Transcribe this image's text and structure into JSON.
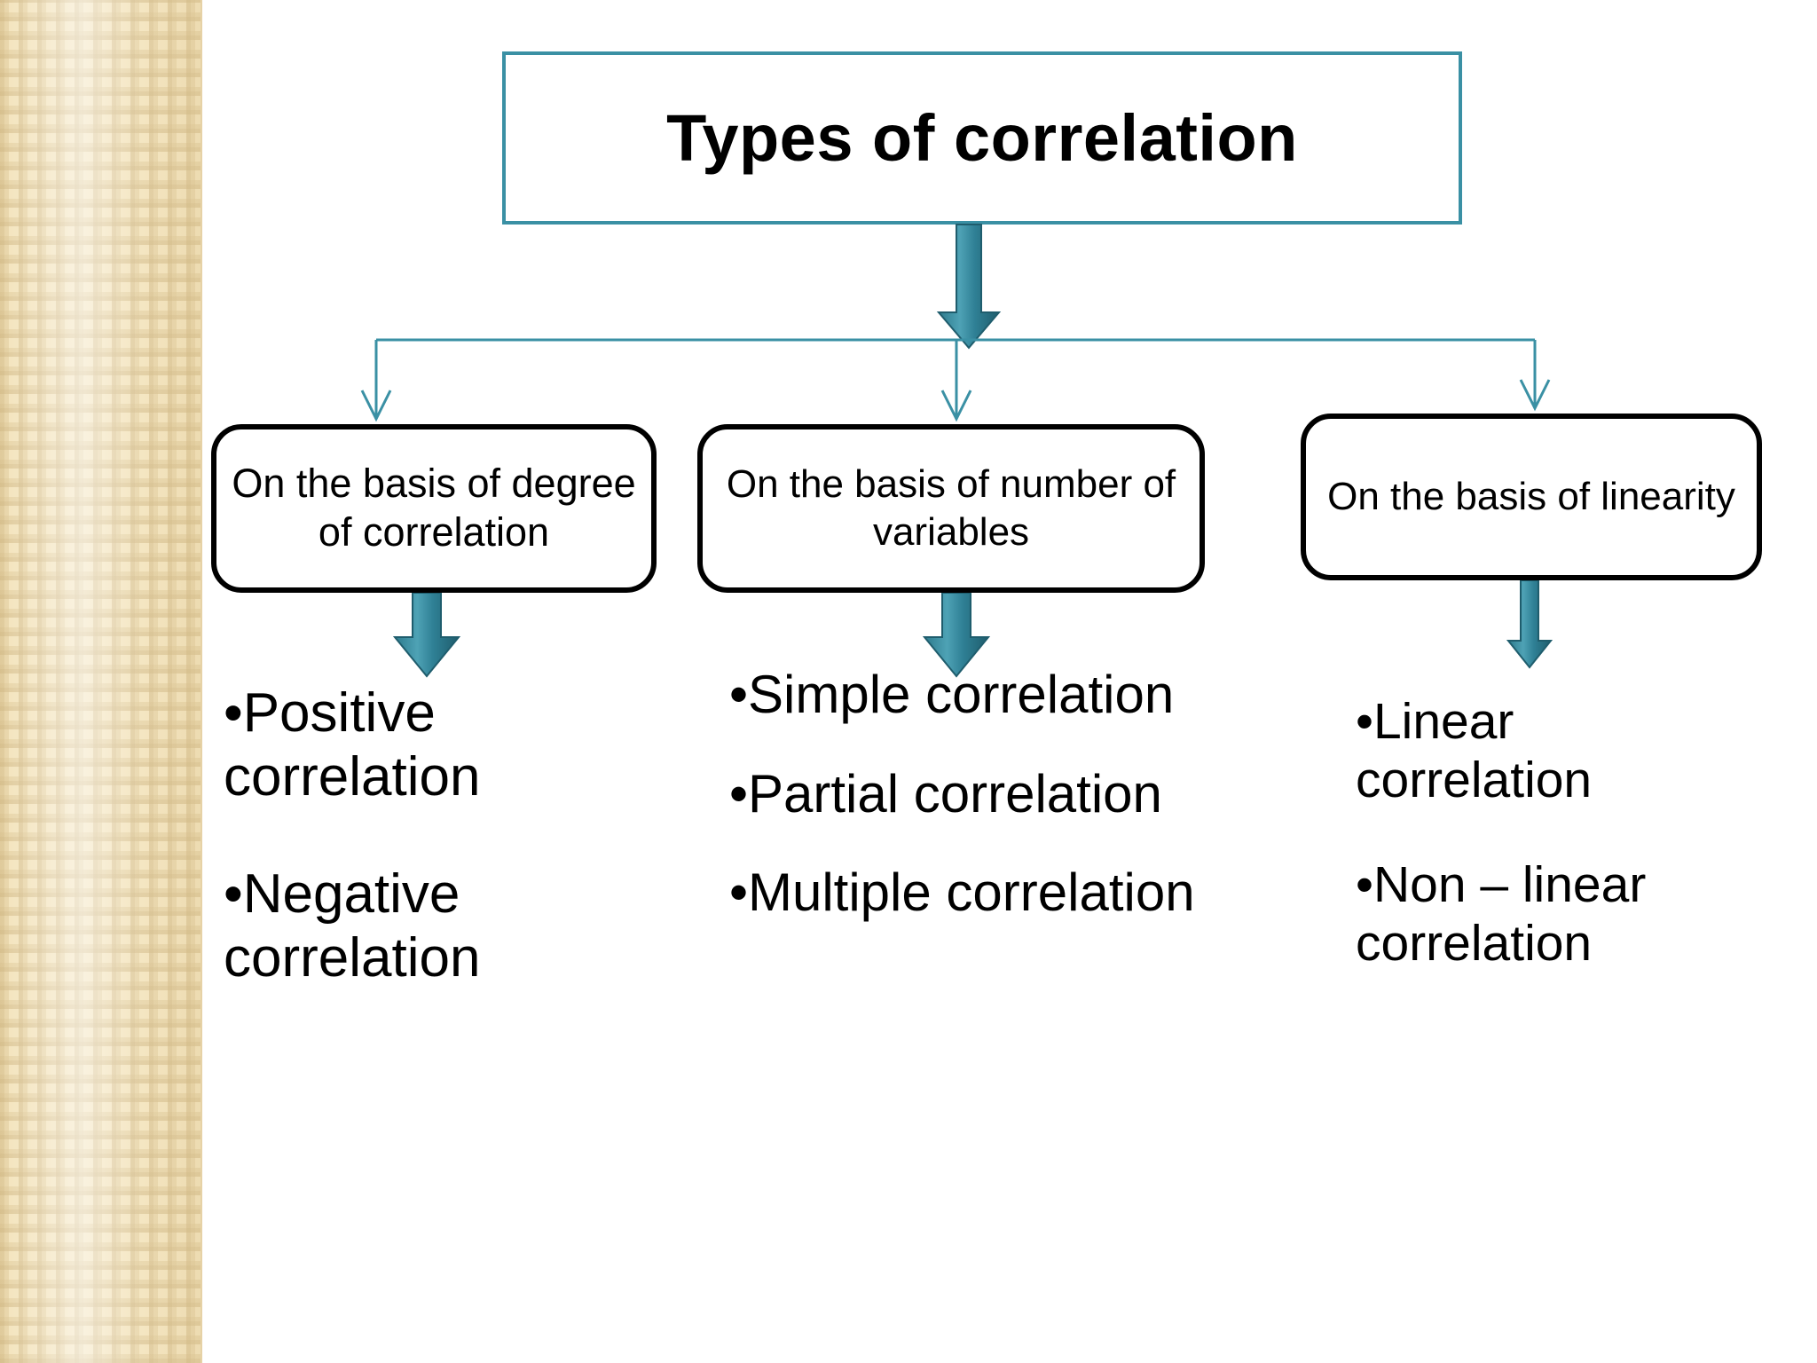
{
  "slide": {
    "title": "Types of correlation",
    "background_color": "#ffffff",
    "sidebar_color": "#f3e3bb",
    "accent_color": "#3a90a4",
    "box_border_color": "#000000"
  },
  "branches": [
    {
      "heading": "On the basis of degree of correlation",
      "items": [
        "•Positive correlation",
        "•Negative correlation"
      ]
    },
    {
      "heading": "On the basis of number of variables",
      "items": [
        "•Simple correlation",
        "•Partial correlation",
        "•Multiple correlation"
      ]
    },
    {
      "heading": "On the basis of linearity",
      "items": [
        "•Linear correlation",
        "•Non – linear correlation"
      ]
    }
  ]
}
